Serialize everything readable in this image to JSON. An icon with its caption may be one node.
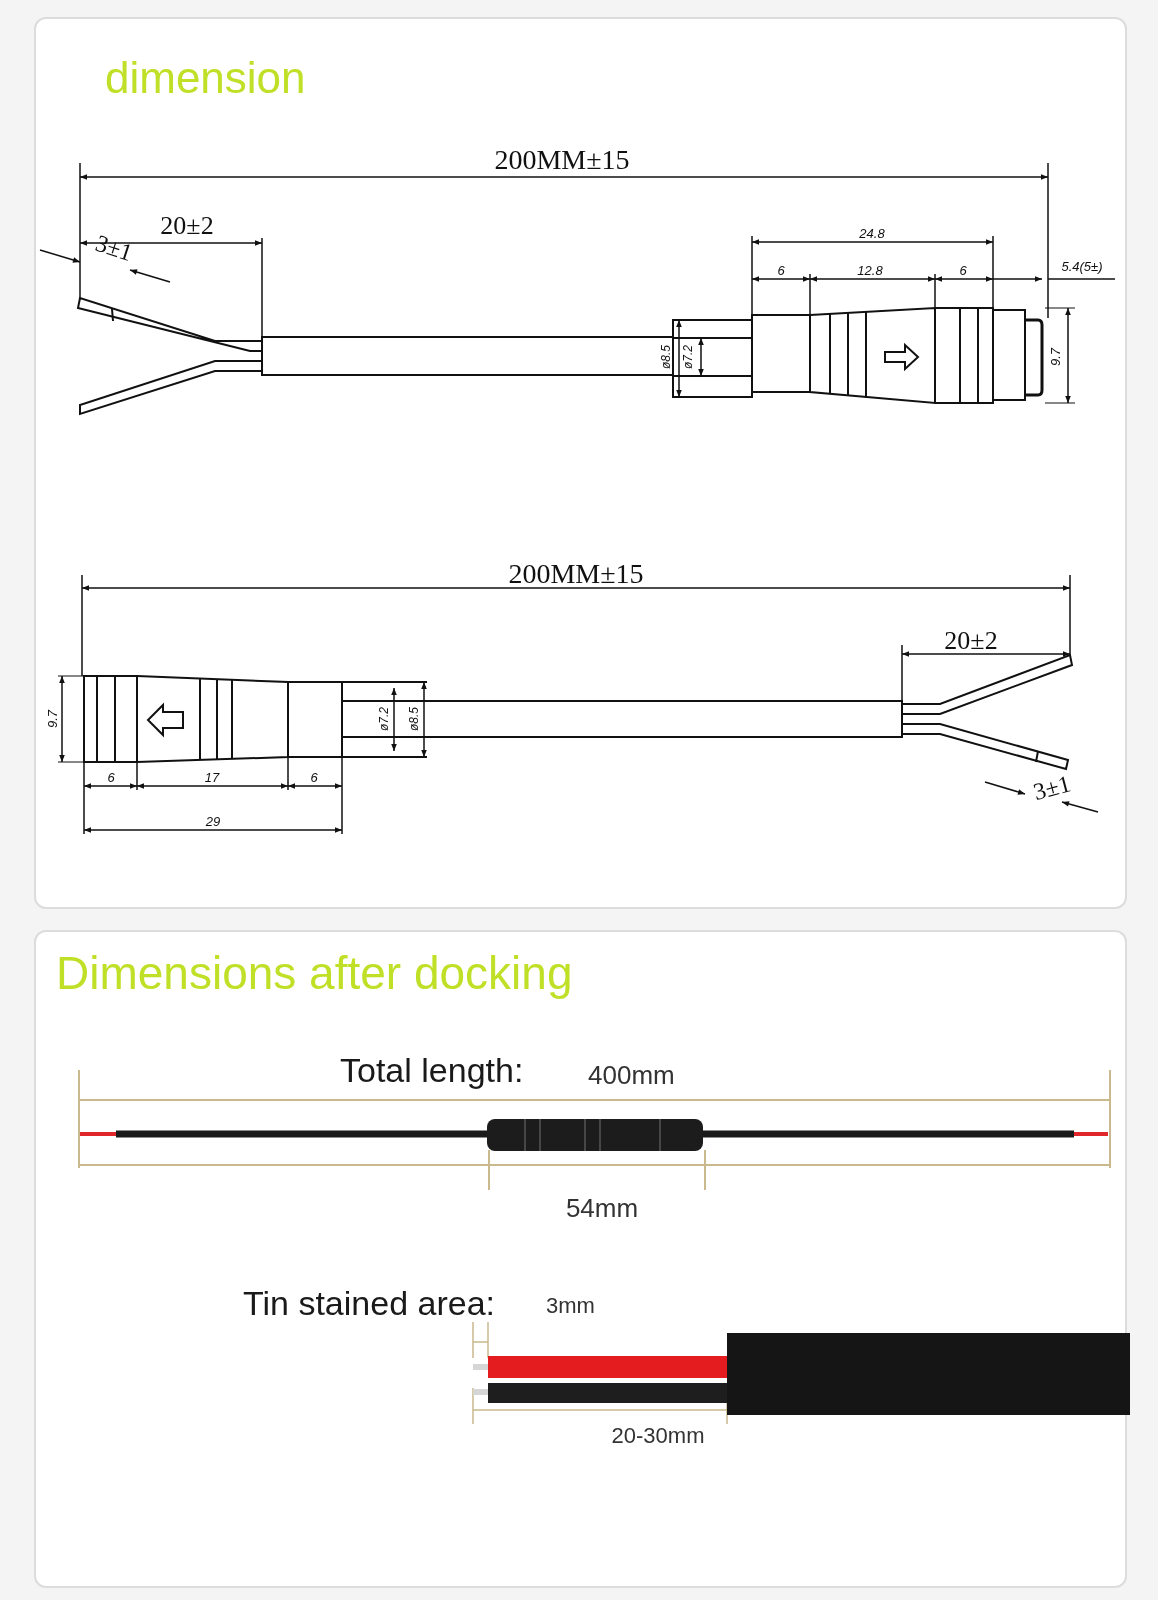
{
  "diagram": {
    "labels": [
      "dimension",
      "200MM±15",
      "20±2",
      "3±1",
      "24.8",
      "6",
      "12.8",
      "6",
      "5.4(5±)",
      "ø8.5",
      "ø7.2",
      "9.7",
      "200MM±15",
      "20±2",
      "9.7",
      "ø7.2",
      "ø8.5",
      "6",
      "17",
      "6",
      "29",
      "3±1",
      "Dimensions after docking",
      "Total length:",
      "400mm",
      "54mm",
      "Tin stained area:",
      "3mm",
      "20-30mm"
    ]
  }
}
